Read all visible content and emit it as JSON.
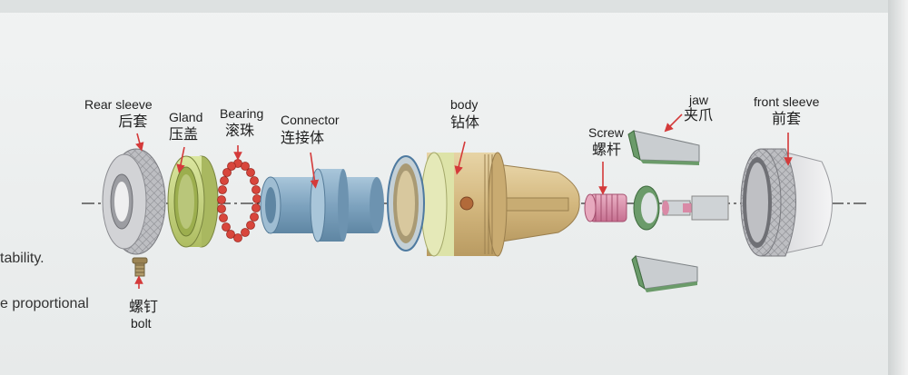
{
  "side_text": {
    "line1": "tability.",
    "line2": "e proportional"
  },
  "labels": {
    "rear_sleeve": {
      "en": "Rear sleeve",
      "zh": "后套"
    },
    "gland": {
      "en": "Gland",
      "zh": "压盖"
    },
    "bearing": {
      "en": "Bearing",
      "zh": "滚珠"
    },
    "connector": {
      "en": "Connector",
      "zh": "连接体"
    },
    "body": {
      "en": "body",
      "zh": "钻体"
    },
    "screw": {
      "en": "Screw",
      "zh": "螺杆"
    },
    "jaw": {
      "en": "jaw",
      "zh": "夹爪"
    },
    "front_sleeve": {
      "en": "front sleeve",
      "zh": "前套"
    },
    "bolt": {
      "en": "bolt",
      "zh": "螺钉"
    }
  },
  "colors": {
    "arrow": "#d43a3a",
    "axis": "#333333",
    "knurl_gray": "#b8b9bd",
    "gland_green": "#c9d986",
    "bearing_red": "#d8463c",
    "connector_blue": "#7fa6c4",
    "body_tan": "#dcc38d",
    "screw_pink": "#d98aa6",
    "jaw_green": "#6b9b6a",
    "jaw_gray": "#c9cdd0"
  }
}
